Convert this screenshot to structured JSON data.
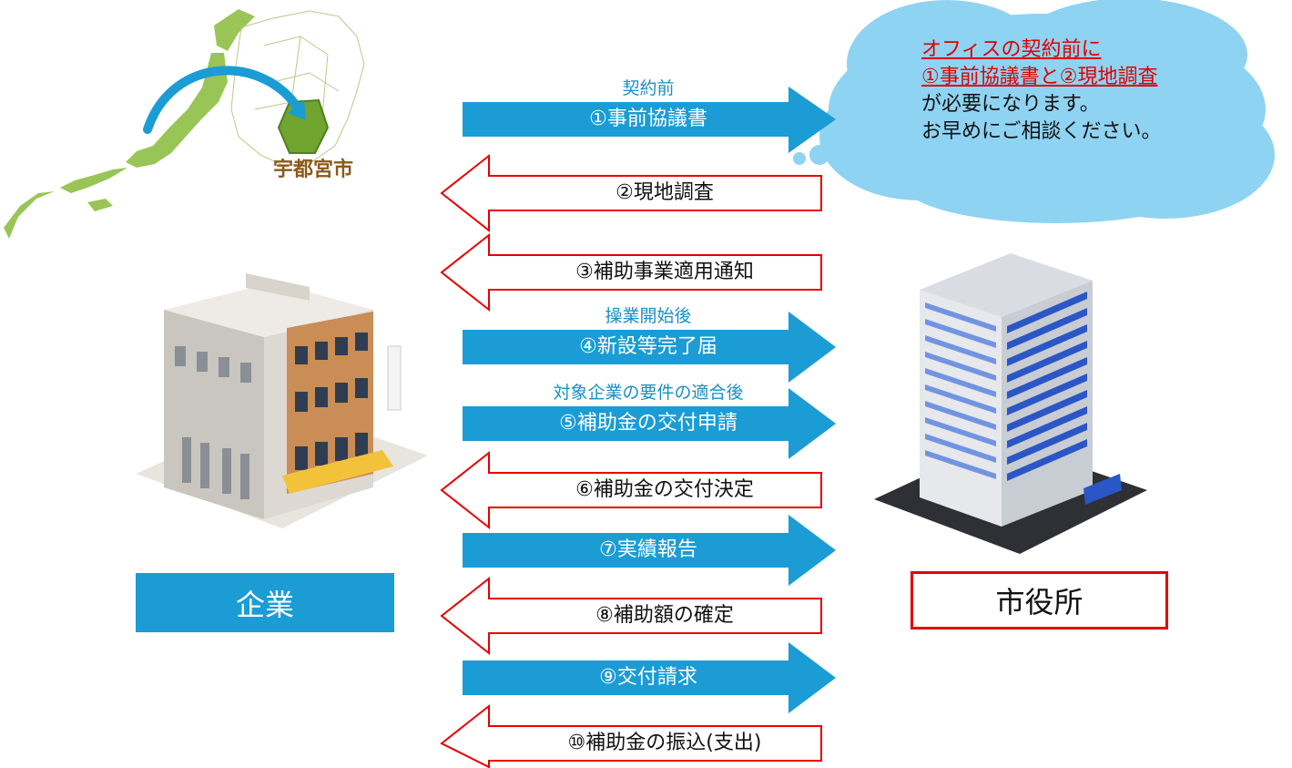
{
  "map": {
    "city_label": "宇都宮市"
  },
  "cloud": {
    "line1": "オフィスの契約前に",
    "line2": "①事前協議書と②現地調査",
    "line3": "が必要になります。",
    "line4": "お早めにご相談ください。"
  },
  "entities": {
    "company": "企業",
    "city_hall": "市役所"
  },
  "captions": {
    "before_contract": "契約前",
    "after_operation_start": "操業開始後",
    "after_requirements_met": "対象企業の要件の適合後"
  },
  "steps": [
    {
      "label": "①事前協議書",
      "direction": "to-city-hall"
    },
    {
      "label": "②現地調査",
      "direction": "to-company"
    },
    {
      "label": "③補助事業適用通知",
      "direction": "to-company"
    },
    {
      "label": "④新設等完了届",
      "direction": "to-city-hall"
    },
    {
      "label": "⑤補助金の交付申請",
      "direction": "to-city-hall"
    },
    {
      "label": "⑥補助金の交付決定",
      "direction": "to-company"
    },
    {
      "label": "⑦実績報告",
      "direction": "to-city-hall"
    },
    {
      "label": "⑧補助額の確定",
      "direction": "to-company"
    },
    {
      "label": "⑨交付請求",
      "direction": "to-city-hall"
    },
    {
      "label": "⑩補助金の振込(支出)",
      "direction": "to-company"
    }
  ],
  "colors": {
    "right_arrow_fill": "#1b9cd5",
    "left_arrow_outline": "#e60000",
    "company_box": "#1b9cd5",
    "city_hall_border": "#e60000",
    "caption": "#1a8fc4",
    "cloud": "#8fd3f2"
  }
}
